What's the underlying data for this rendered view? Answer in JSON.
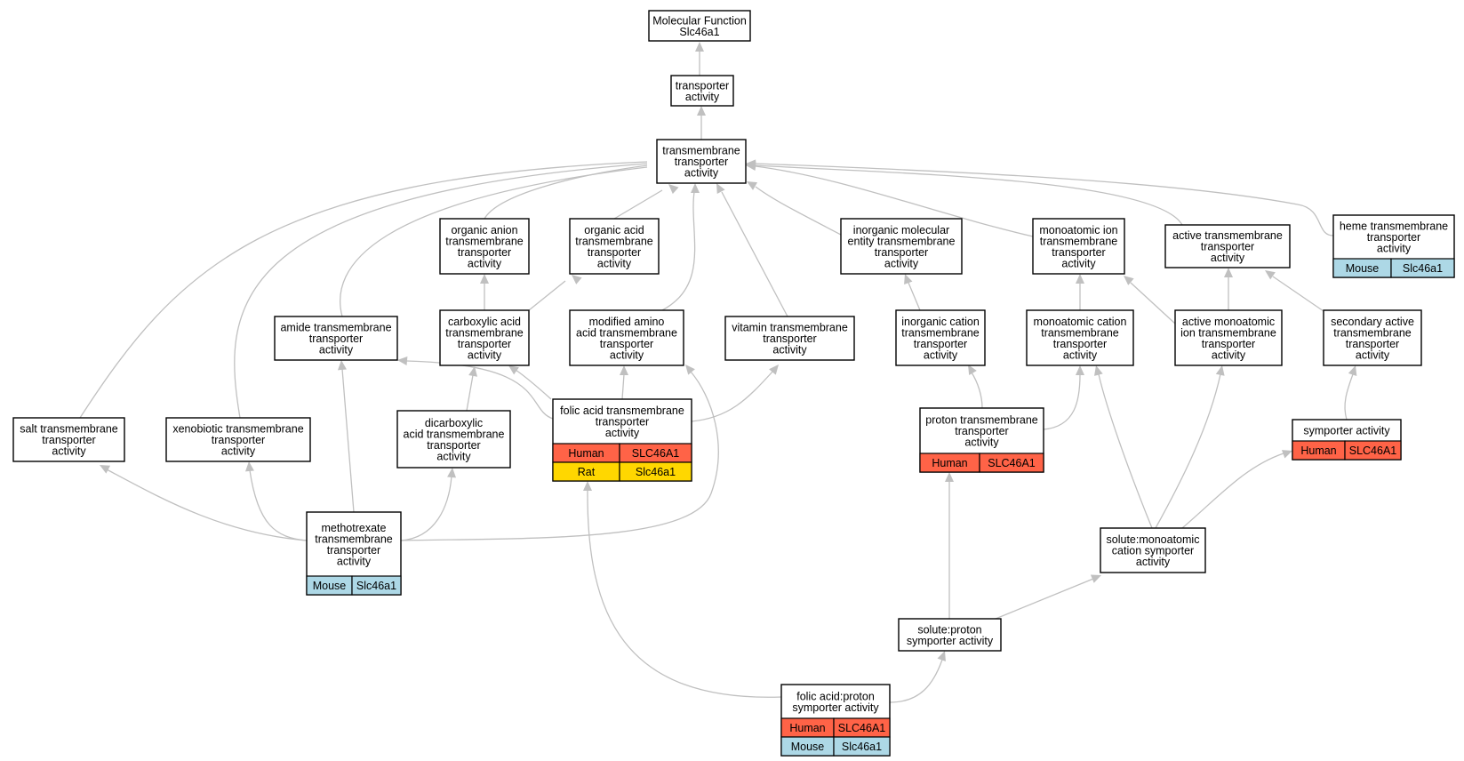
{
  "colors": {
    "human": "#ff6347",
    "mouse": "#add8e6",
    "rat": "#ffd700",
    "edge": "#c0c0c0"
  },
  "nodes": [
    {
      "id": "mf",
      "lines": [
        "Molecular Function",
        "Slc46a1"
      ]
    },
    {
      "id": "ta",
      "lines": [
        "transporter",
        "activity"
      ]
    },
    {
      "id": "tmta",
      "lines": [
        "transmembrane",
        "transporter",
        "activity"
      ]
    },
    {
      "id": "oan",
      "lines": [
        "organic anion",
        "transmembrane",
        "transporter",
        "activity"
      ]
    },
    {
      "id": "oac",
      "lines": [
        "organic acid",
        "transmembrane",
        "transporter",
        "activity"
      ]
    },
    {
      "id": "imol",
      "lines": [
        "inorganic molecular",
        "entity transmembrane",
        "transporter",
        "activity"
      ]
    },
    {
      "id": "mai",
      "lines": [
        "monoatomic ion",
        "transmembrane",
        "transporter",
        "activity"
      ]
    },
    {
      "id": "atm",
      "lines": [
        "active transmembrane",
        "transporter",
        "activity"
      ]
    },
    {
      "id": "heme",
      "lines": [
        "heme transmembrane",
        "transporter",
        "activity"
      ],
      "genes": [
        [
          "Mouse",
          "Slc46a1"
        ]
      ]
    },
    {
      "id": "amide",
      "lines": [
        "amide transmembrane",
        "transporter",
        "activity"
      ]
    },
    {
      "id": "carb",
      "lines": [
        "carboxylic acid",
        "transmembrane",
        "transporter",
        "activity"
      ]
    },
    {
      "id": "modaa",
      "lines": [
        "modified amino",
        "acid transmembrane",
        "transporter",
        "activity"
      ]
    },
    {
      "id": "vit",
      "lines": [
        "vitamin transmembrane",
        "transporter",
        "activity"
      ]
    },
    {
      "id": "icat",
      "lines": [
        "inorganic cation",
        "transmembrane",
        "transporter",
        "activity"
      ]
    },
    {
      "id": "mcat",
      "lines": [
        "monoatomic cation",
        "transmembrane",
        "transporter",
        "activity"
      ]
    },
    {
      "id": "amion",
      "lines": [
        "active monoatomic",
        "ion transmembrane",
        "transporter",
        "activity"
      ]
    },
    {
      "id": "sec",
      "lines": [
        "secondary active",
        "transmembrane",
        "transporter",
        "activity"
      ]
    },
    {
      "id": "salt",
      "lines": [
        "salt transmembrane",
        "transporter",
        "activity"
      ]
    },
    {
      "id": "xeno",
      "lines": [
        "xenobiotic transmembrane",
        "transporter",
        "activity"
      ]
    },
    {
      "id": "dicarb",
      "lines": [
        "dicarboxylic",
        "acid transmembrane",
        "transporter",
        "activity"
      ]
    },
    {
      "id": "folic",
      "lines": [
        "folic acid transmembrane",
        "transporter",
        "activity"
      ],
      "genes": [
        [
          "Human",
          "SLC46A1"
        ],
        [
          "Rat",
          "Slc46a1"
        ]
      ]
    },
    {
      "id": "proton",
      "lines": [
        "proton transmembrane",
        "transporter",
        "activity"
      ],
      "genes": [
        [
          "Human",
          "SLC46A1"
        ]
      ]
    },
    {
      "id": "symp",
      "lines": [
        "symporter activity"
      ],
      "genes": [
        [
          "Human",
          "SLC46A1"
        ]
      ]
    },
    {
      "id": "mtx",
      "lines": [
        "methotrexate",
        "transmembrane",
        "transporter",
        "activity"
      ],
      "genes": [
        [
          "Mouse",
          "Slc46a1"
        ]
      ]
    },
    {
      "id": "smcs",
      "lines": [
        "solute:monoatomic",
        "cation symporter",
        "activity"
      ]
    },
    {
      "id": "sps",
      "lines": [
        "solute:proton",
        "symporter activity"
      ]
    },
    {
      "id": "fps",
      "lines": [
        "folic acid:proton",
        "symporter activity"
      ],
      "genes": [
        [
          "Human",
          "SLC46A1"
        ],
        [
          "Mouse",
          "Slc46a1"
        ]
      ]
    }
  ]
}
